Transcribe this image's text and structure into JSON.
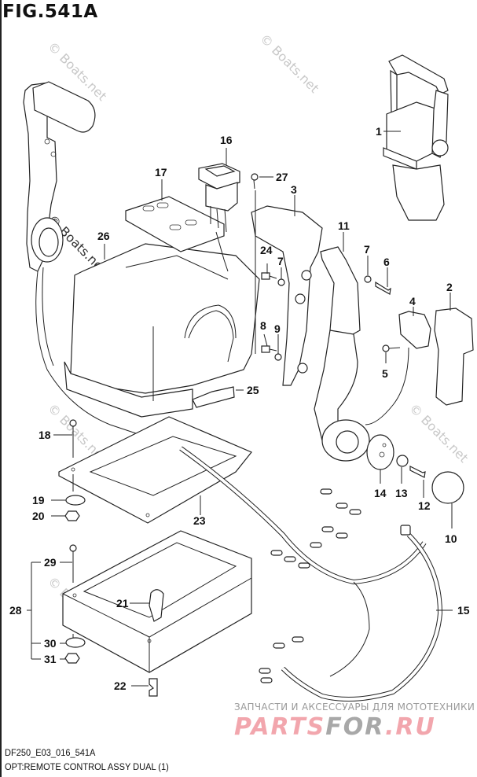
{
  "figure": {
    "title": "FIG.541A",
    "code": "DF250_E03_016_541A",
    "description": "OPT:REMOTE CONTROL ASSY DUAL (1)"
  },
  "callouts": [
    {
      "id": "c1",
      "label": "1"
    },
    {
      "id": "c2",
      "label": "2"
    },
    {
      "id": "c3",
      "label": "3"
    },
    {
      "id": "c4",
      "label": "4"
    },
    {
      "id": "c5",
      "label": "5"
    },
    {
      "id": "c6",
      "label": "6"
    },
    {
      "id": "c7a",
      "label": "7"
    },
    {
      "id": "c7b",
      "label": "7"
    },
    {
      "id": "c8",
      "label": "8"
    },
    {
      "id": "c9",
      "label": "9"
    },
    {
      "id": "c10",
      "label": "10"
    },
    {
      "id": "c11",
      "label": "11"
    },
    {
      "id": "c12",
      "label": "12"
    },
    {
      "id": "c13",
      "label": "13"
    },
    {
      "id": "c14",
      "label": "14"
    },
    {
      "id": "c15",
      "label": "15"
    },
    {
      "id": "c16",
      "label": "16"
    },
    {
      "id": "c17",
      "label": "17"
    },
    {
      "id": "c18",
      "label": "18"
    },
    {
      "id": "c19",
      "label": "19"
    },
    {
      "id": "c20",
      "label": "20"
    },
    {
      "id": "c21",
      "label": "21"
    },
    {
      "id": "c22",
      "label": "22"
    },
    {
      "id": "c23",
      "label": "23"
    },
    {
      "id": "c24",
      "label": "24"
    },
    {
      "id": "c25",
      "label": "25"
    },
    {
      "id": "c26",
      "label": "26"
    },
    {
      "id": "c27",
      "label": "27"
    },
    {
      "id": "c28",
      "label": "28"
    },
    {
      "id": "c29",
      "label": "29"
    },
    {
      "id": "c30",
      "label": "30"
    },
    {
      "id": "c31",
      "label": "31"
    }
  ],
  "watermark": {
    "text": "© Boats.net"
  },
  "branding": {
    "subtitle": "ЗАПЧАСТИ И АКСЕССУАРЫ ДЛЯ МОТОТЕХНИКИ",
    "logo_part1": "PARTS",
    "logo_part2": "FOR",
    "logo_part3": ".RU",
    "colors": {
      "pink": "#f2a6ad",
      "gray": "#a8a8a8"
    }
  }
}
